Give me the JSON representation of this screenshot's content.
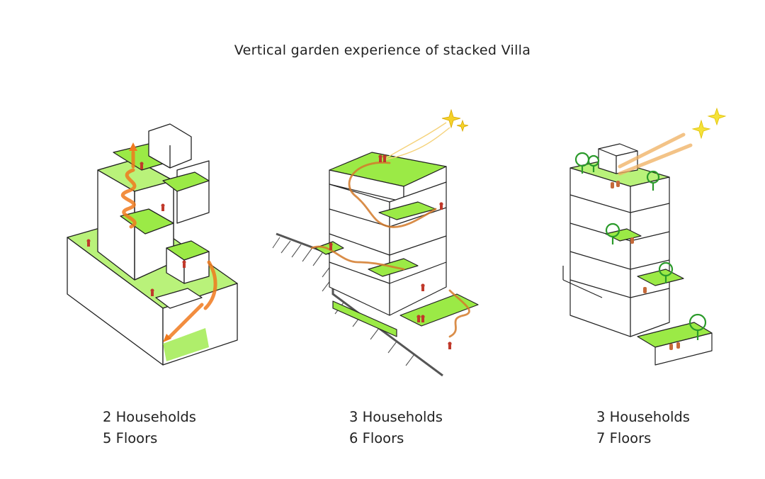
{
  "title": "Vertical garden experience of stacked Villa",
  "colors": {
    "garden": "#9bea46",
    "garden_soft": "#b9f27a",
    "arrow": "#f07a1e",
    "star": "#f5d22a",
    "line": "#222222",
    "tree": "#2a9a2a"
  },
  "icons": [
    "person-icon",
    "tree-icon",
    "star-icon",
    "circulation-arrow-icon"
  ],
  "diagrams": [
    {
      "households": "2 Households",
      "floors": "5 Floors"
    },
    {
      "households": "3 Households",
      "floors": "6 Floors"
    },
    {
      "households": "3 Households",
      "floors": "7 Floors"
    }
  ]
}
